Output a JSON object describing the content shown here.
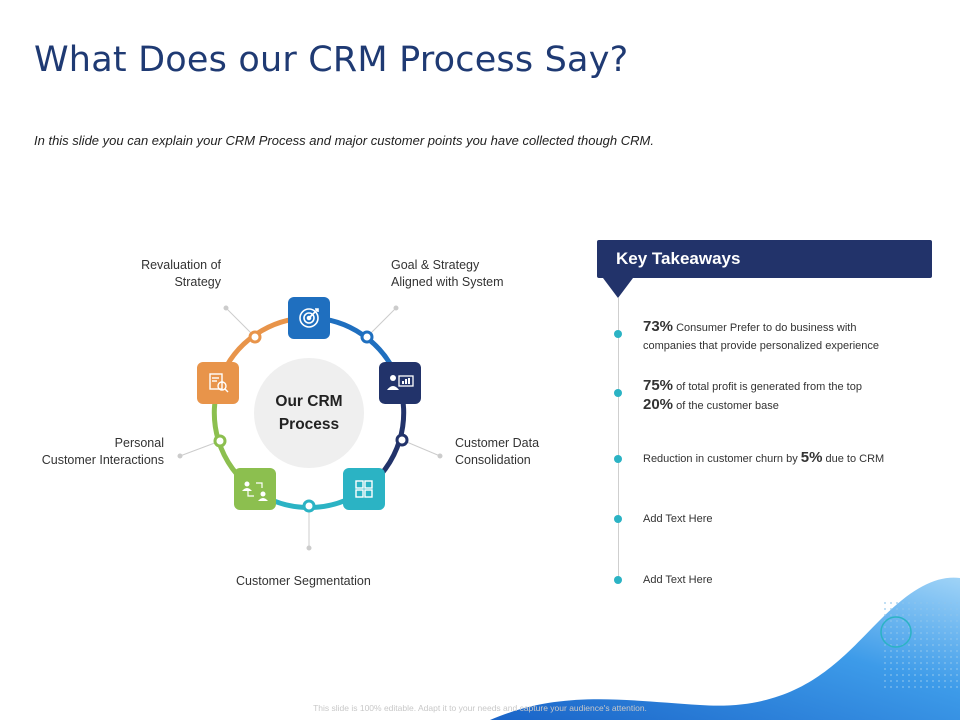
{
  "slide": {
    "title": "What Does our CRM Process Say?",
    "subtitle": "In this slide you can explain your CRM Process and major customer points you have collected though CRM.",
    "footer": "This slide is 100% editable. Adapt it to your needs and capture your audience's attention."
  },
  "cycle": {
    "center_line1": "Our CRM",
    "center_line2": "Process",
    "steps": [
      {
        "label_line1": "Goal & Strategy",
        "label_line2": "Aligned with System",
        "icon": "target-icon",
        "color": "#1f6fbf"
      },
      {
        "label_line1": "Customer Data",
        "label_line2": "Consolidation",
        "icon": "presentation-icon",
        "color": "#22336a"
      },
      {
        "label_line1": "Customer Segmentation",
        "label_line2": "",
        "icon": "grid-icon",
        "color": "#2bb3c4"
      },
      {
        "label_line1": "Personal",
        "label_line2": "Customer Interactions",
        "icon": "people-exchange-icon",
        "color": "#8cbf4f"
      },
      {
        "label_line1": "Revaluation of",
        "label_line2": "Strategy",
        "icon": "review-icon",
        "color": "#e8944a"
      }
    ]
  },
  "takeaways": {
    "header": "Key Takeaways",
    "items": [
      {
        "big": "73%",
        "text": " Consumer Prefer to do business with",
        "text2": "companies that provide personalized experience"
      },
      {
        "big": "75%",
        "text": " of total profit  is generated from the top",
        "big2": "20%",
        "text2": " of the customer base"
      },
      {
        "pre": "Reduction in customer churn by ",
        "big": "5%",
        "text": " due to CRM"
      },
      {
        "text": "Add Text Here"
      },
      {
        "text": "Add Text Here"
      }
    ]
  },
  "colors": {
    "navy": "#22336a",
    "blue": "#1f6fbf",
    "teal": "#2bb3c4",
    "green": "#8cbf4f",
    "orange": "#e8944a",
    "wave": "#4aa8e8"
  }
}
